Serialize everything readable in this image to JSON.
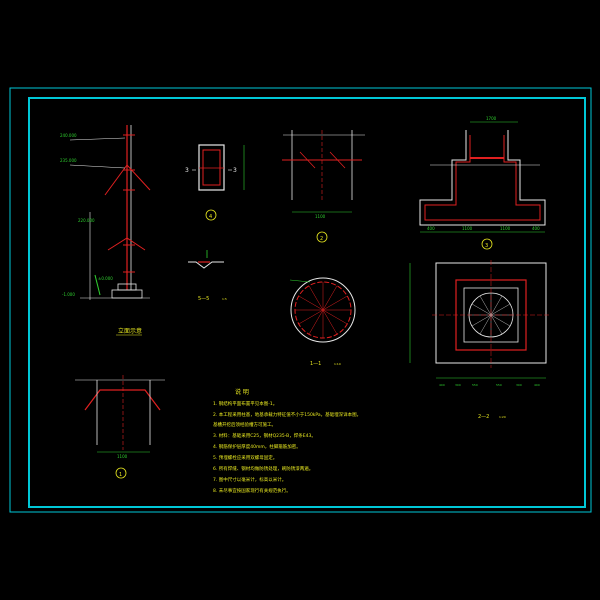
{
  "drawing": {
    "background": "#000000",
    "frame_color": "#00c8d8",
    "colors": {
      "white": "#e8e8e8",
      "green": "#2fd02f",
      "red": "#e02020",
      "yellow": "#e8e820",
      "cyan": "#00d0e0"
    }
  },
  "pole_view": {
    "left_labels": [
      "240.000",
      "235.000",
      "220.000",
      "±0.000",
      "-1.000"
    ],
    "bottom_title": "立面示意"
  },
  "section4": {
    "marker": "4",
    "left_mark": "3",
    "right_mark": "3"
  },
  "detail_small": {
    "title": "5—5",
    "scale": "1:5"
  },
  "detail2": {
    "marker": "2",
    "dim": "1100"
  },
  "circle_section": {
    "title": "1—1",
    "scale": "1:10"
  },
  "foundation3": {
    "marker": "3",
    "top_dim": "1700",
    "bottom_dims": [
      "400",
      "1100",
      "1100",
      "400"
    ]
  },
  "plan2": {
    "title": "2—2",
    "scale": "1:20",
    "bottom_dims": [
      "400",
      "300",
      "550",
      "550",
      "300",
      "400"
    ]
  },
  "detail1": {
    "marker": "1",
    "dim": "1100"
  },
  "notes": {
    "title": "说  明",
    "items": [
      "1. 钢结构平面布置平见本图-1。",
      "2. 本工程采用柱基，地基承载力特征值不小于150kPa，基础埋深详本图，",
      "   基槽开挖后须经验槽方可施工。",
      "3. 材料：基础采用C25，钢材Q235-B，焊条E43。",
      "4. 钢筋保护层厚度40mm，柱脚箍筋加密。",
      "5. 预埋螺栓应采用双螺母固定。",
      "6. 所有焊缝、钢材均做防锈处理，刷防锈漆两遍。",
      "7. 图中尺寸以毫米计，标高以米计。",
      "8. 未尽事宜按国家现行有关规范执行。"
    ]
  }
}
